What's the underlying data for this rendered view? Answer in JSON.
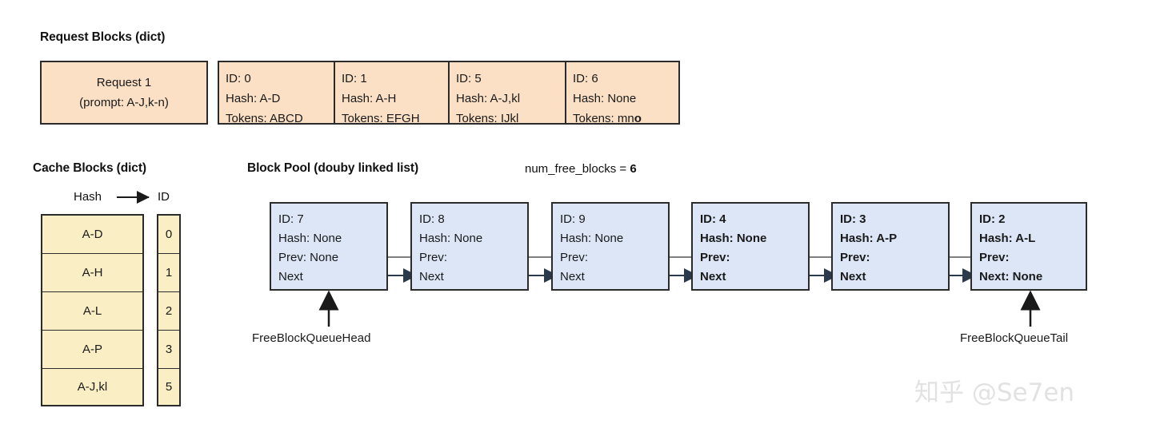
{
  "request_section": {
    "title": "Request Blocks (dict)",
    "request": {
      "line1": "Request 1",
      "line2": "(prompt: A-J,k-n)"
    },
    "blocks": [
      {
        "id": "ID: 0",
        "hash": "Hash: A-D",
        "tokens_label": "Tokens: ",
        "tokens_plain": "ABCD",
        "tokens_bold": ""
      },
      {
        "id": "ID: 1",
        "hash": "Hash: A-H",
        "tokens_label": "Tokens: ",
        "tokens_plain": "EFGH",
        "tokens_bold": ""
      },
      {
        "id": "ID: 5",
        "hash": "Hash: A-J,kl",
        "tokens_label": "Tokens: ",
        "tokens_plain": "IJkl",
        "tokens_bold": ""
      },
      {
        "id": "ID: 6",
        "hash": "Hash: None",
        "tokens_label": "Tokens: ",
        "tokens_plain": "mn",
        "tokens_bold": "o"
      }
    ]
  },
  "cache_section": {
    "title": "Cache Blocks (dict)",
    "head_hash": "Hash",
    "head_id": "ID",
    "arrow_icon": "right-arrow-icon",
    "rows": [
      {
        "hash": "A-D",
        "id": "0"
      },
      {
        "hash": "A-H",
        "id": "1"
      },
      {
        "hash": "A-L",
        "id": "2"
      },
      {
        "hash": "A-P",
        "id": "3"
      },
      {
        "hash": "A-J,kl",
        "id": "5"
      }
    ]
  },
  "pool_section": {
    "title": "Block Pool (douby linked list)",
    "free_blocks_label": "num_free_blocks = ",
    "free_blocks_value": "6",
    "head_label": "FreeBlockQueueHead",
    "tail_label": "FreeBlockQueueTail",
    "nodes": [
      {
        "id": "ID: 7",
        "hash": "Hash: None",
        "prev": "Prev: None",
        "next": "Next",
        "bold": false
      },
      {
        "id": "ID: 8",
        "hash": "Hash: None",
        "prev": "Prev:",
        "next": "Next",
        "bold": false
      },
      {
        "id": "ID: 9",
        "hash": "Hash: None",
        "prev": "Prev:",
        "next": "Next",
        "bold": false
      },
      {
        "id": "ID: 4",
        "hash": "Hash: None",
        "prev": "Prev:",
        "next": "Next",
        "bold": true
      },
      {
        "id": "ID: 3",
        "hash": "Hash: A-P",
        "prev": "Prev:",
        "next": "Next",
        "bold": true
      },
      {
        "id": "ID: 2",
        "hash": "Hash: A-L",
        "prev": "Prev:",
        "next": "Next: None",
        "bold": true
      }
    ]
  },
  "watermark": {
    "text": "知乎 @Se7en"
  },
  "colors": {
    "peach_fill": "#fbe0c6",
    "yellow_fill": "#faeec4",
    "blue_fill": "#dce6f7",
    "border": "#2b2b2b",
    "prev_arrow": "#7a7a7a",
    "next_arrow": "#2b3a4a",
    "watermark": "#e2e2e2"
  }
}
